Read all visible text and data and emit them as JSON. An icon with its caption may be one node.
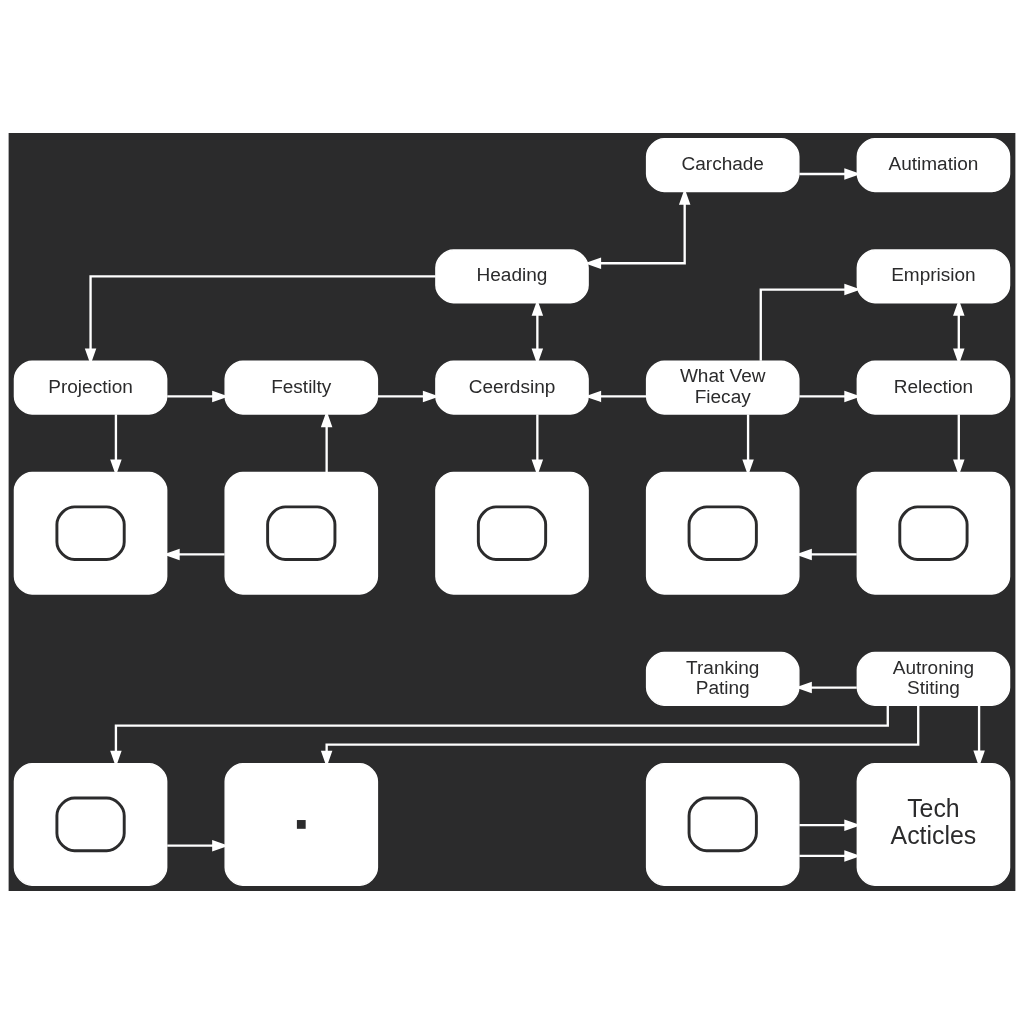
{
  "diagram": {
    "nodes": [
      {
        "text": [
          "Carchade"
        ]
      },
      {
        "text": [
          "Autimation"
        ]
      },
      {
        "text": [
          "Heading"
        ]
      },
      {
        "text": [
          "Emprision"
        ]
      },
      {
        "text": [
          "Projection"
        ]
      },
      {
        "text": [
          "Festilty"
        ]
      },
      {
        "text": [
          "Ceerdsinp"
        ]
      },
      {
        "text": [
          "What Vew Fiecay"
        ]
      },
      {
        "text": [
          "Relection"
        ]
      },
      {
        "text": [],
        "shape": "picture"
      },
      {
        "text": [],
        "shape": "picture"
      },
      {
        "text": [],
        "shape": "picture"
      },
      {
        "text": [],
        "shape": "picture"
      },
      {
        "text": [],
        "shape": "picture"
      },
      {
        "text": [
          "Tranking Pating"
        ]
      },
      {
        "text": [
          "Autroning Stiting"
        ]
      },
      {
        "text": [],
        "shape": "picture"
      },
      {
        "text": [],
        "shape": "box"
      },
      {
        "text": [],
        "shape": "picture"
      },
      {
        "text": [
          "Tech Acticles"
        ]
      }
    ],
    "edges": [
      {
        "from": 2,
        "to": 0,
        "arrow": "both"
      },
      {
        "from": 0,
        "to": 1,
        "arrow": "to"
      },
      {
        "from": 6,
        "to": 2,
        "arrow": "both"
      },
      {
        "from": 2,
        "to": 4,
        "arrow": "to"
      },
      {
        "from": 4,
        "to": 5,
        "arrow": "to"
      },
      {
        "from": 5,
        "to": 6,
        "arrow": "to"
      },
      {
        "from": 7,
        "to": 6,
        "arrow": "to"
      },
      {
        "from": 7,
        "to": 8,
        "arrow": "to"
      },
      {
        "from": 8,
        "to": 3,
        "arrow": "both"
      },
      {
        "from": 7,
        "to": 3,
        "arrow": "to"
      },
      {
        "from": 4,
        "to": 9,
        "arrow": "to"
      },
      {
        "from": 10,
        "to": 5,
        "arrow": "to"
      },
      {
        "from": 10,
        "to": 9,
        "arrow": "to"
      },
      {
        "from": 6,
        "to": 11,
        "arrow": "to"
      },
      {
        "from": 7,
        "to": 12,
        "arrow": "to"
      },
      {
        "from": 8,
        "to": 13,
        "arrow": "to"
      },
      {
        "from": 13,
        "to": 12,
        "arrow": "to"
      },
      {
        "from": 15,
        "to": 14,
        "arrow": "to"
      },
      {
        "from": 15,
        "to": 16,
        "arrow": "to"
      },
      {
        "from": 15,
        "to": 17,
        "arrow": "to"
      },
      {
        "from": 15,
        "to": 19,
        "arrow": "to"
      },
      {
        "from": 16,
        "to": 17,
        "arrow": "to"
      },
      {
        "from": 18,
        "to": 19,
        "arrow": "to"
      },
      {
        "from": 18,
        "to": 19,
        "arrow": "to"
      }
    ]
  }
}
